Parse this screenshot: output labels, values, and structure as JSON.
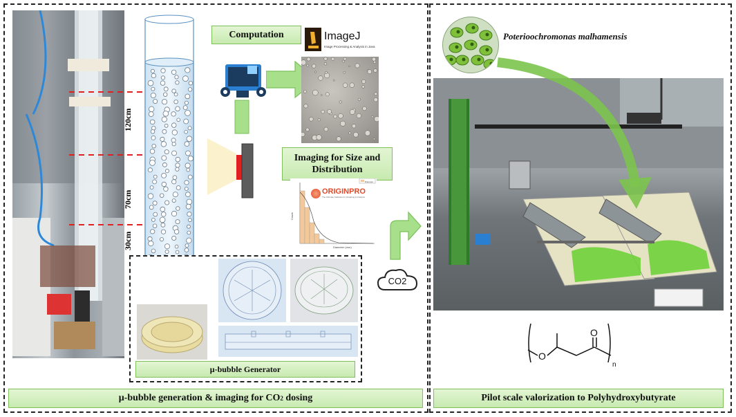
{
  "left_panel": {
    "caption_part1": "μ-bubble generation & imaging for CO",
    "caption_sub": "2",
    "caption_part2": " dosing"
  },
  "right_panel": {
    "caption": "Pilot scale valorization to Polyhydroxybutyrate",
    "organism_label": "Poterioochromonas malhamensis"
  },
  "column": {
    "heights": [
      "120cm",
      "70cm",
      "30cm"
    ]
  },
  "computation": {
    "label": "Computation",
    "software": "ImageJ",
    "software_tagline": "Image Processing & Analysis in Java"
  },
  "imaging": {
    "label": "Imaging for Size and Distribution",
    "software": "ORIGINPRO",
    "software_tagline": "The Ultimate Software for Graphing & Analysis",
    "legend": "Diameter",
    "x_label": "Diameter (mm)",
    "y_label": "Count"
  },
  "generator": {
    "label": "μ-bubble Generator"
  },
  "gas": {
    "label": "CO2"
  },
  "polymer": {
    "subscript": "n",
    "atom_o_ether": "O",
    "atom_o_carbonyl": "O"
  },
  "colors": {
    "label_fill": "#d4f0c1",
    "label_border": "#7fbf5a",
    "arrow_green": "#a7df88",
    "curve_green": "#7cc44e",
    "guide_red": "#e02020",
    "nozzle_blue": "#2a7fd0",
    "histogram": "#f3c99b"
  }
}
